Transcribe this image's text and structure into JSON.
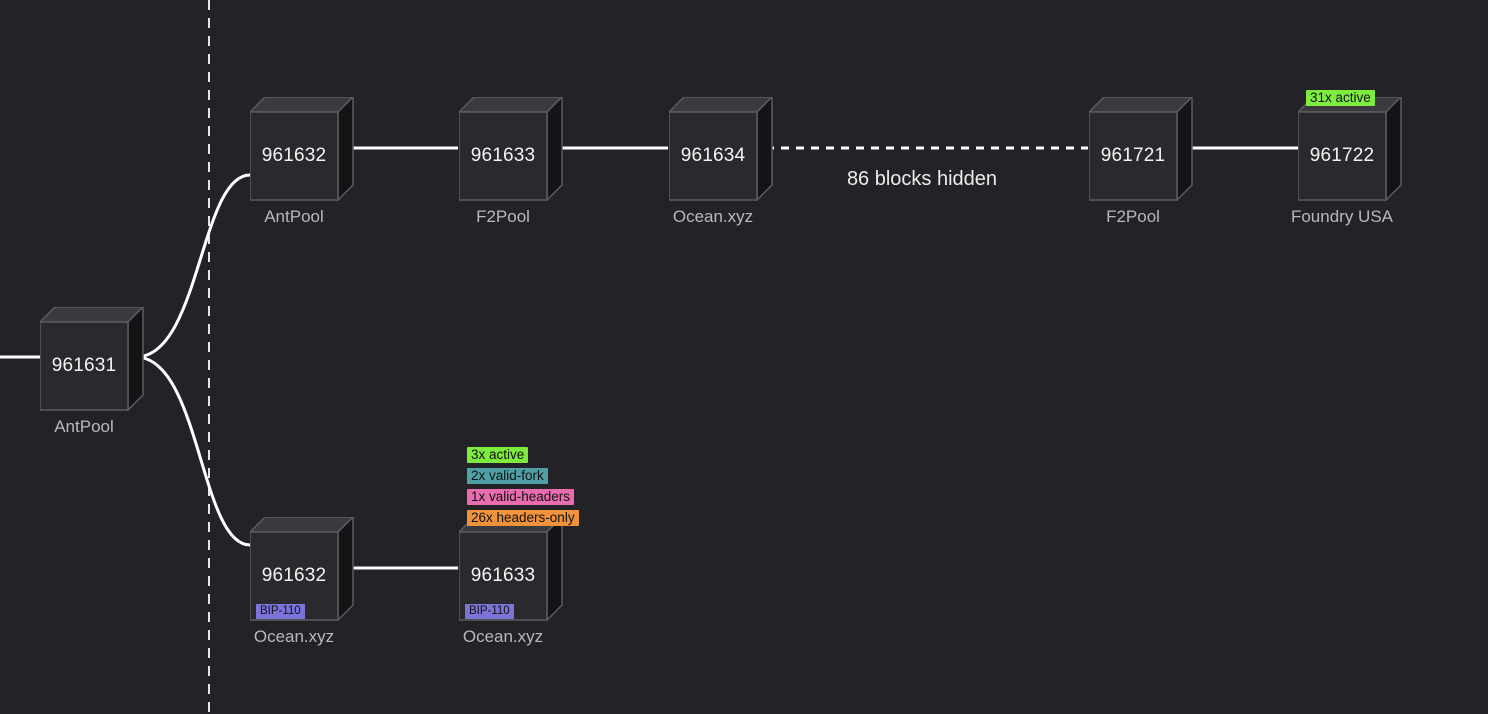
{
  "blocks": {
    "b961631": {
      "height": "961631",
      "pool": "AntPool"
    },
    "b961632a": {
      "height": "961632",
      "pool": "AntPool"
    },
    "b961633a": {
      "height": "961633",
      "pool": "F2Pool"
    },
    "b961634": {
      "height": "961634",
      "pool": "Ocean.xyz"
    },
    "b961721": {
      "height": "961721",
      "pool": "F2Pool"
    },
    "b961722": {
      "height": "961722",
      "pool": "Foundry USA",
      "tags": [
        "31x active"
      ]
    },
    "b961632b": {
      "height": "961632",
      "pool": "Ocean.xyz",
      "badge": "BIP-110"
    },
    "b961633b": {
      "height": "961633",
      "pool": "Ocean.xyz",
      "badge": "BIP-110",
      "tags": [
        "3x active",
        "2x valid-fork",
        "1x valid-headers",
        "26x headers-only"
      ]
    }
  },
  "hidden_gap": "86 blocks hidden",
  "colors": {
    "background": "#232327",
    "active": "#7eec3f",
    "valid_fork": "#4fa1a5",
    "valid_headers": "#e96dae",
    "headers_only": "#f0923b",
    "bip110": "#7b73d8"
  }
}
